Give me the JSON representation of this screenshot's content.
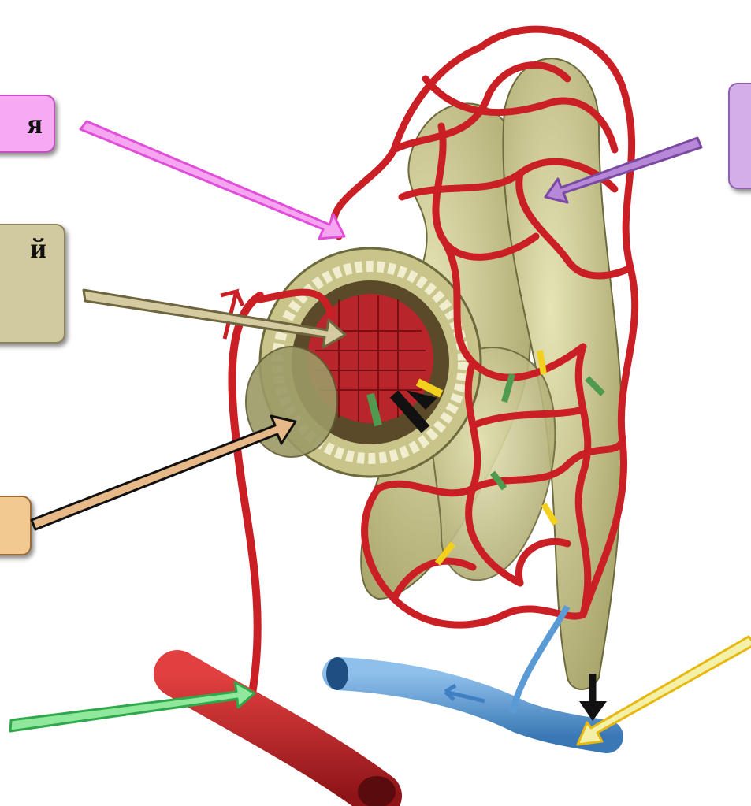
{
  "labels": {
    "pink": "я",
    "olive": "й"
  },
  "colors": {
    "artery": "#c91f25",
    "vein": "#5b9bd5",
    "tubule": "#d9d7a2",
    "pointer_pink": "#f36ee9",
    "pointer_olive": "#8c8150",
    "pointer_tan": "#e8b988",
    "pointer_purple": "#9b6bc0",
    "pointer_green": "#3dc25d",
    "pointer_yellow": "#f0c219",
    "flow_yellow": "#f3cf1e",
    "flow_green": "#4f9a4f",
    "flow_black": "#111111"
  },
  "icons": [
    "nephron-illustration",
    "pointer-arrow",
    "flow-arrow"
  ]
}
